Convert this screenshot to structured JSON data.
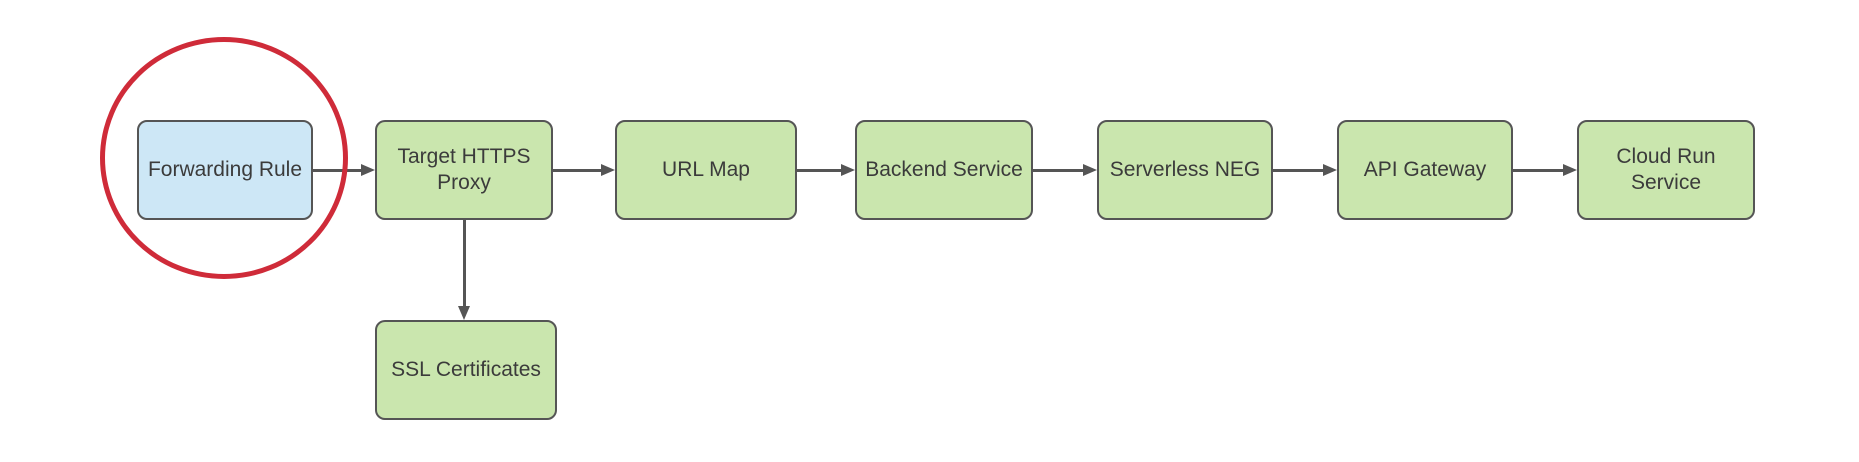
{
  "diagram": {
    "nodes": [
      {
        "id": "forwarding-rule",
        "label": "Forwarding Rule",
        "fill": "#cde7f6",
        "shape": "rounded-rect",
        "highlighted": true
      },
      {
        "id": "target-https-proxy",
        "label": "Target HTTPS\nProxy",
        "fill": "#cae6ae",
        "shape": "rounded-rect",
        "highlighted": false
      },
      {
        "id": "url-map",
        "label": "URL Map",
        "fill": "#cae6ae",
        "shape": "rounded-rect",
        "highlighted": false
      },
      {
        "id": "backend-service",
        "label": "Backend Service",
        "fill": "#cae6ae",
        "shape": "rounded-rect",
        "highlighted": false
      },
      {
        "id": "serverless-neg",
        "label": "Serverless NEG",
        "fill": "#cae6ae",
        "shape": "rounded-rect",
        "highlighted": false
      },
      {
        "id": "api-gateway",
        "label": "API Gateway",
        "fill": "#cae6ae",
        "shape": "rounded-rect",
        "highlighted": false
      },
      {
        "id": "cloud-run-service",
        "label": "Cloud Run\nService",
        "fill": "#cae6ae",
        "shape": "rounded-rect",
        "highlighted": false
      },
      {
        "id": "ssl-certificates",
        "label": "SSL Certificates",
        "fill": "#cae6ae",
        "shape": "rounded-rect",
        "highlighted": false
      }
    ],
    "edges": [
      {
        "from": "Forwarding Rule",
        "to": "Target HTTPS Proxy",
        "direction": "right"
      },
      {
        "from": "Target HTTPS Proxy",
        "to": "URL Map",
        "direction": "right"
      },
      {
        "from": "URL Map",
        "to": "Backend Service",
        "direction": "right"
      },
      {
        "from": "Backend Service",
        "to": "Serverless NEG",
        "direction": "right"
      },
      {
        "from": "Serverless NEG",
        "to": "API Gateway",
        "direction": "right"
      },
      {
        "from": "API Gateway",
        "to": "Cloud Run Service",
        "direction": "right"
      },
      {
        "from": "Target HTTPS Proxy",
        "to": "SSL Certificates",
        "direction": "down"
      }
    ],
    "annotation": {
      "type": "ellipse-highlight",
      "around": "Forwarding Rule",
      "color": "#cf2b39"
    },
    "colors": {
      "node_green_fill": "#cae6ae",
      "node_blue_fill": "#cde7f6",
      "node_border": "#555555",
      "arrow": "#555555",
      "text": "#3b3b3b",
      "highlight_red": "#cf2b39",
      "background": "#ffffff"
    }
  }
}
